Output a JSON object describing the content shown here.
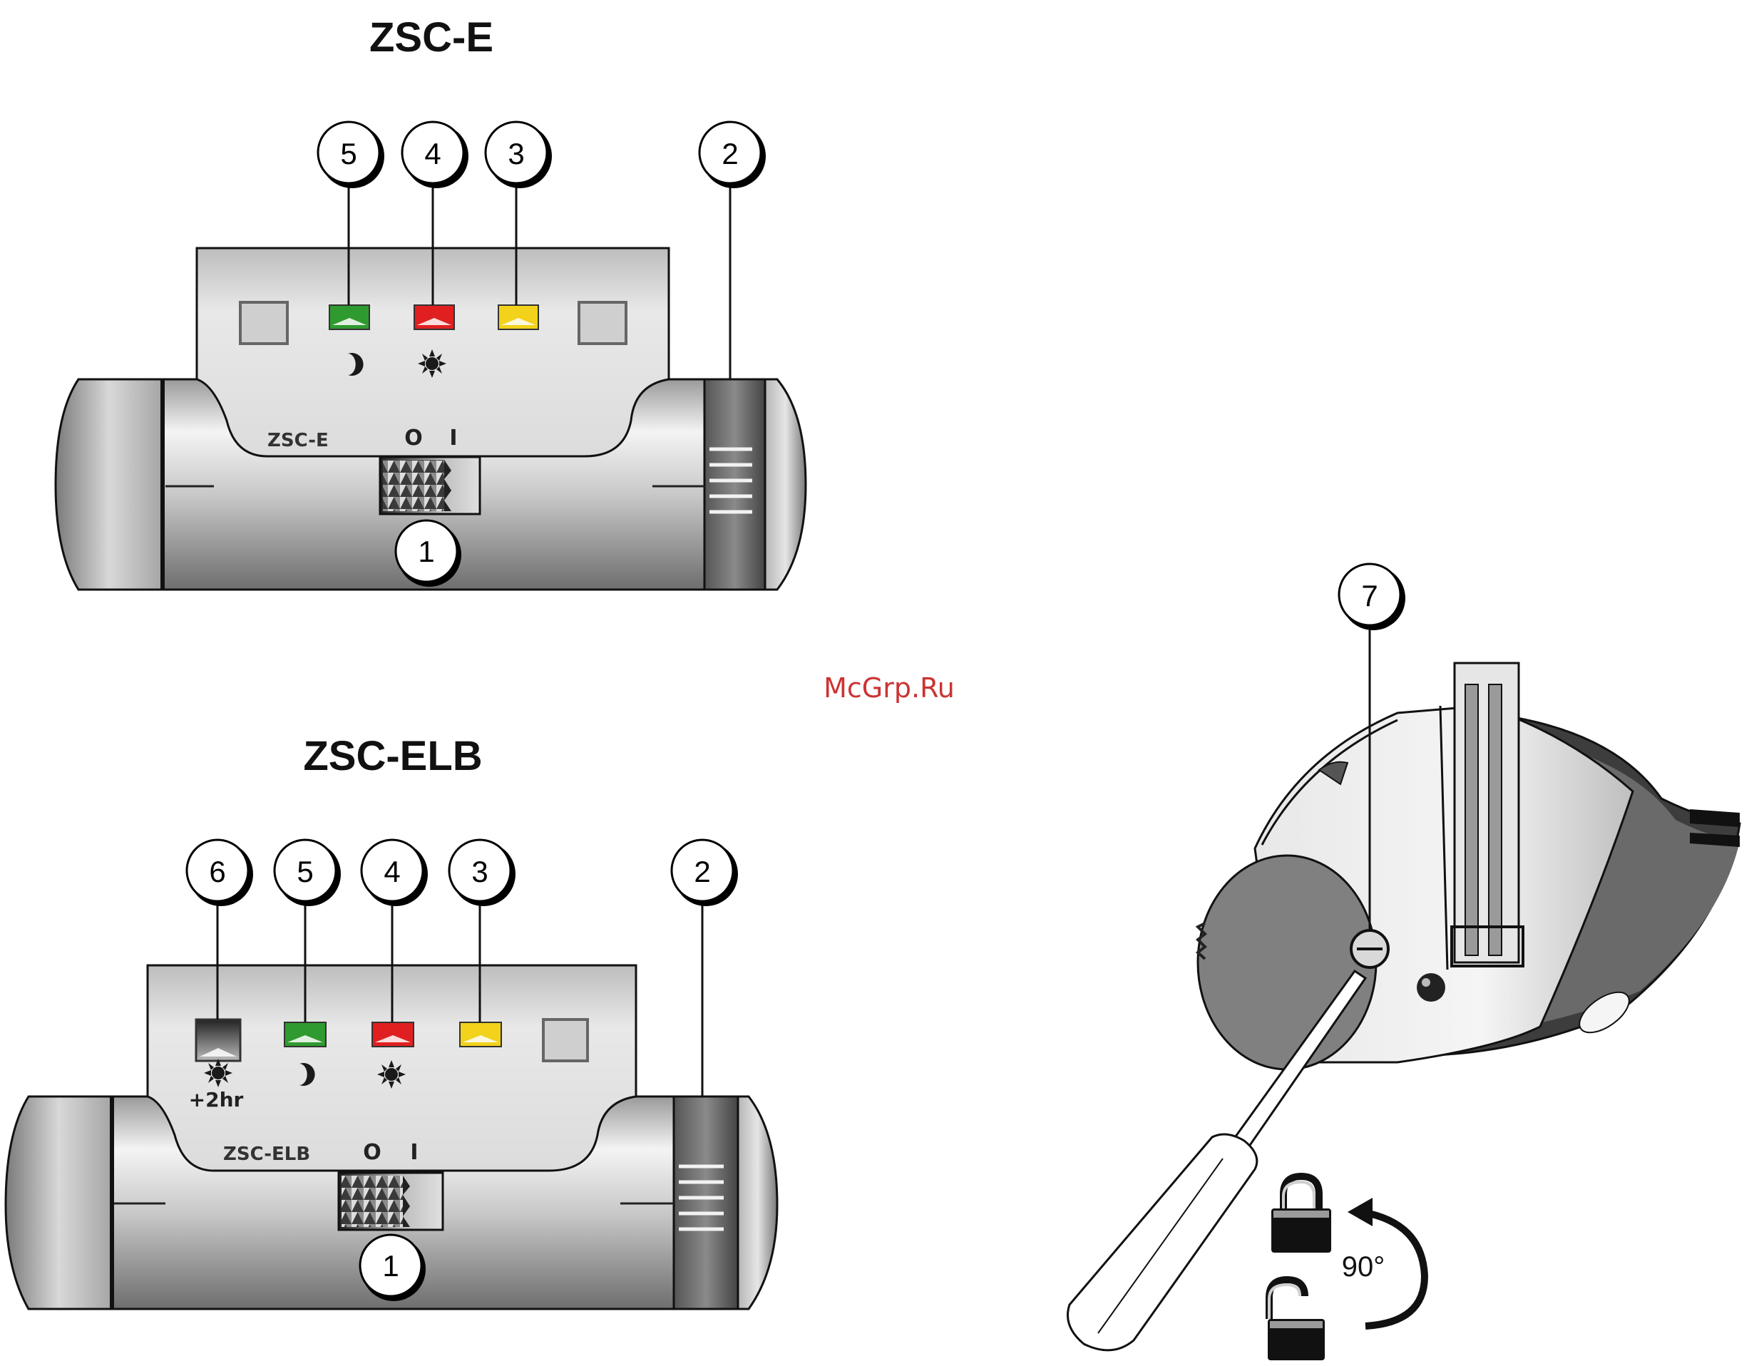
{
  "diagrams": {
    "top": {
      "title": "ZSC-E",
      "panel_label": "ZSC-E",
      "switch_off_symbol": "O",
      "switch_on_symbol": "I",
      "callouts": [
        "1",
        "2",
        "3",
        "4",
        "5"
      ]
    },
    "bottom": {
      "title": "ZSC-ELB",
      "panel_label": "ZSC-ELB",
      "switch_off_symbol": "O",
      "switch_on_symbol": "I",
      "time_label": "+2hr",
      "callouts": [
        "1",
        "2",
        "3",
        "4",
        "5",
        "6"
      ]
    },
    "side": {
      "callout": "7",
      "angle_label": "90°"
    }
  },
  "watermark": "McGrp.Ru",
  "indicators": {
    "green": "#2f9a2f",
    "red": "#e02020",
    "yellow": "#f2d21a",
    "grey": "#cfcfcf",
    "dark": "#444444"
  },
  "icons": [
    "moon-icon",
    "sun-icon",
    "padlock-closed-icon",
    "padlock-open-icon",
    "rotate-arrow-icon",
    "screwdriver-icon"
  ]
}
